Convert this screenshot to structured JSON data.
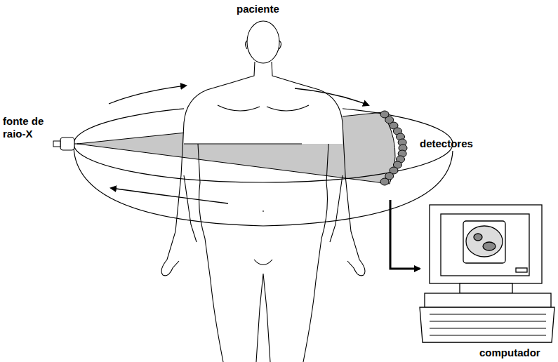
{
  "diagram": {
    "labels": [
      "paciente",
      "fonte de raio-X",
      "detectores",
      "computador"
    ]
  }
}
